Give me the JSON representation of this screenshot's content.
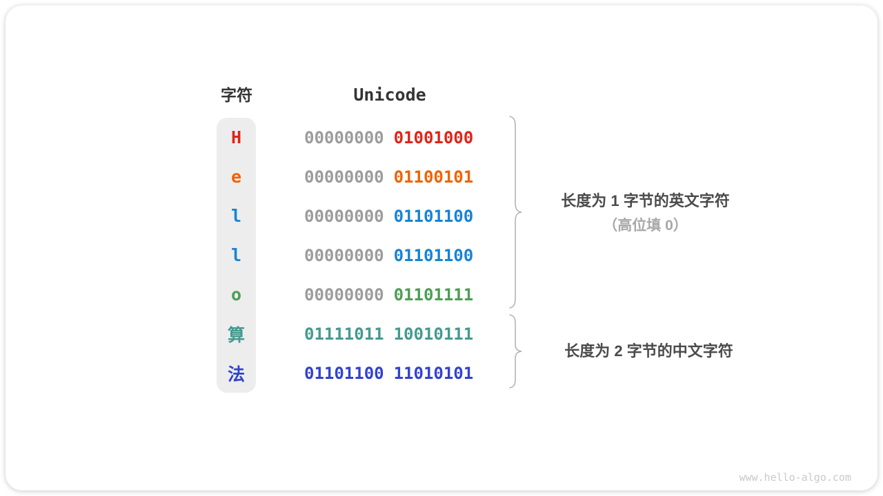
{
  "table": {
    "char_header": "字符",
    "unicode_header": "Unicode",
    "rows": [
      {
        "char": "H",
        "byte_high": "00000000",
        "byte_low": "01001000",
        "char_color": "#e02418",
        "byte_high_color": "#9c9c9c",
        "byte_low_color": "#e02418"
      },
      {
        "char": "e",
        "byte_high": "00000000",
        "byte_low": "01100101",
        "char_color": "#ef6300",
        "byte_high_color": "#9c9c9c",
        "byte_low_color": "#ef6300"
      },
      {
        "char": "l",
        "byte_high": "00000000",
        "byte_low": "01101100",
        "char_color": "#1583d6",
        "byte_high_color": "#9c9c9c",
        "byte_low_color": "#1583d6"
      },
      {
        "char": "l",
        "byte_high": "00000000",
        "byte_low": "01101100",
        "char_color": "#1583d6",
        "byte_high_color": "#9c9c9c",
        "byte_low_color": "#1583d6"
      },
      {
        "char": "o",
        "byte_high": "00000000",
        "byte_low": "01101111",
        "char_color": "#4c9e54",
        "byte_high_color": "#9c9c9c",
        "byte_low_color": "#4c9e54"
      },
      {
        "char": "算",
        "byte_high": "01111011",
        "byte_low": "10010111",
        "char_color": "#45998f",
        "byte_high_color": "#45998f",
        "byte_low_color": "#45998f"
      },
      {
        "char": "法",
        "byte_high": "01101100",
        "byte_low": "11010101",
        "char_color": "#3142cf",
        "byte_high_color": "#3142cf",
        "byte_low_color": "#3142cf"
      }
    ]
  },
  "annotations": {
    "group1_line1": "长度为 1 字节的英文字符",
    "group1_line2": "（高位填 0）",
    "group2_line1": "长度为 2 字节的中文字符"
  },
  "watermark": "www.hello-algo.com",
  "colors": {
    "red": "#e02418",
    "orange": "#ef6300",
    "blue": "#1583d6",
    "green": "#4c9e54",
    "teal": "#45998f",
    "indigo": "#3142cf",
    "gray_padding_bits": "#9c9c9c",
    "header_text": "#343434",
    "annotation_dark": "#4a4a4a",
    "annotation_light": "#a8a8a8",
    "brace": "#b3b3b3",
    "char_column_background": "#ededed",
    "watermark_text": "#c9c9c9"
  }
}
